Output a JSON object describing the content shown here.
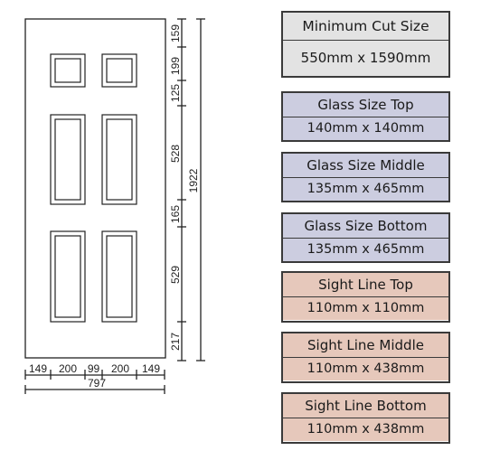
{
  "colors": {
    "cut_panel": "#e3e3e3",
    "glass_panel": "#cccde0",
    "sight_panel": "#e6c8bb",
    "line": "#222222"
  },
  "door": {
    "height_dims": [
      "159",
      "199",
      "125",
      "528",
      "165",
      "529",
      "217"
    ],
    "total_height": "1922",
    "width_dims": [
      "149",
      "200",
      "99",
      "200",
      "149"
    ],
    "total_width": "797"
  },
  "specs": {
    "cut": {
      "title": "Minimum Cut Size",
      "value": "550mm x 1590mm"
    },
    "glass_top": {
      "title": "Glass Size Top",
      "value": "140mm x 140mm"
    },
    "glass_middle": {
      "title": "Glass Size Middle",
      "value": "135mm x 465mm"
    },
    "glass_bottom": {
      "title": "Glass Size Bottom",
      "value": "135mm x 465mm"
    },
    "sight_top": {
      "title": "Sight Line Top",
      "value": "110mm x 110mm"
    },
    "sight_middle": {
      "title": "Sight Line Middle",
      "value": "110mm x 438mm"
    },
    "sight_bottom": {
      "title": "Sight Line Bottom",
      "value": "110mm x 438mm"
    }
  }
}
